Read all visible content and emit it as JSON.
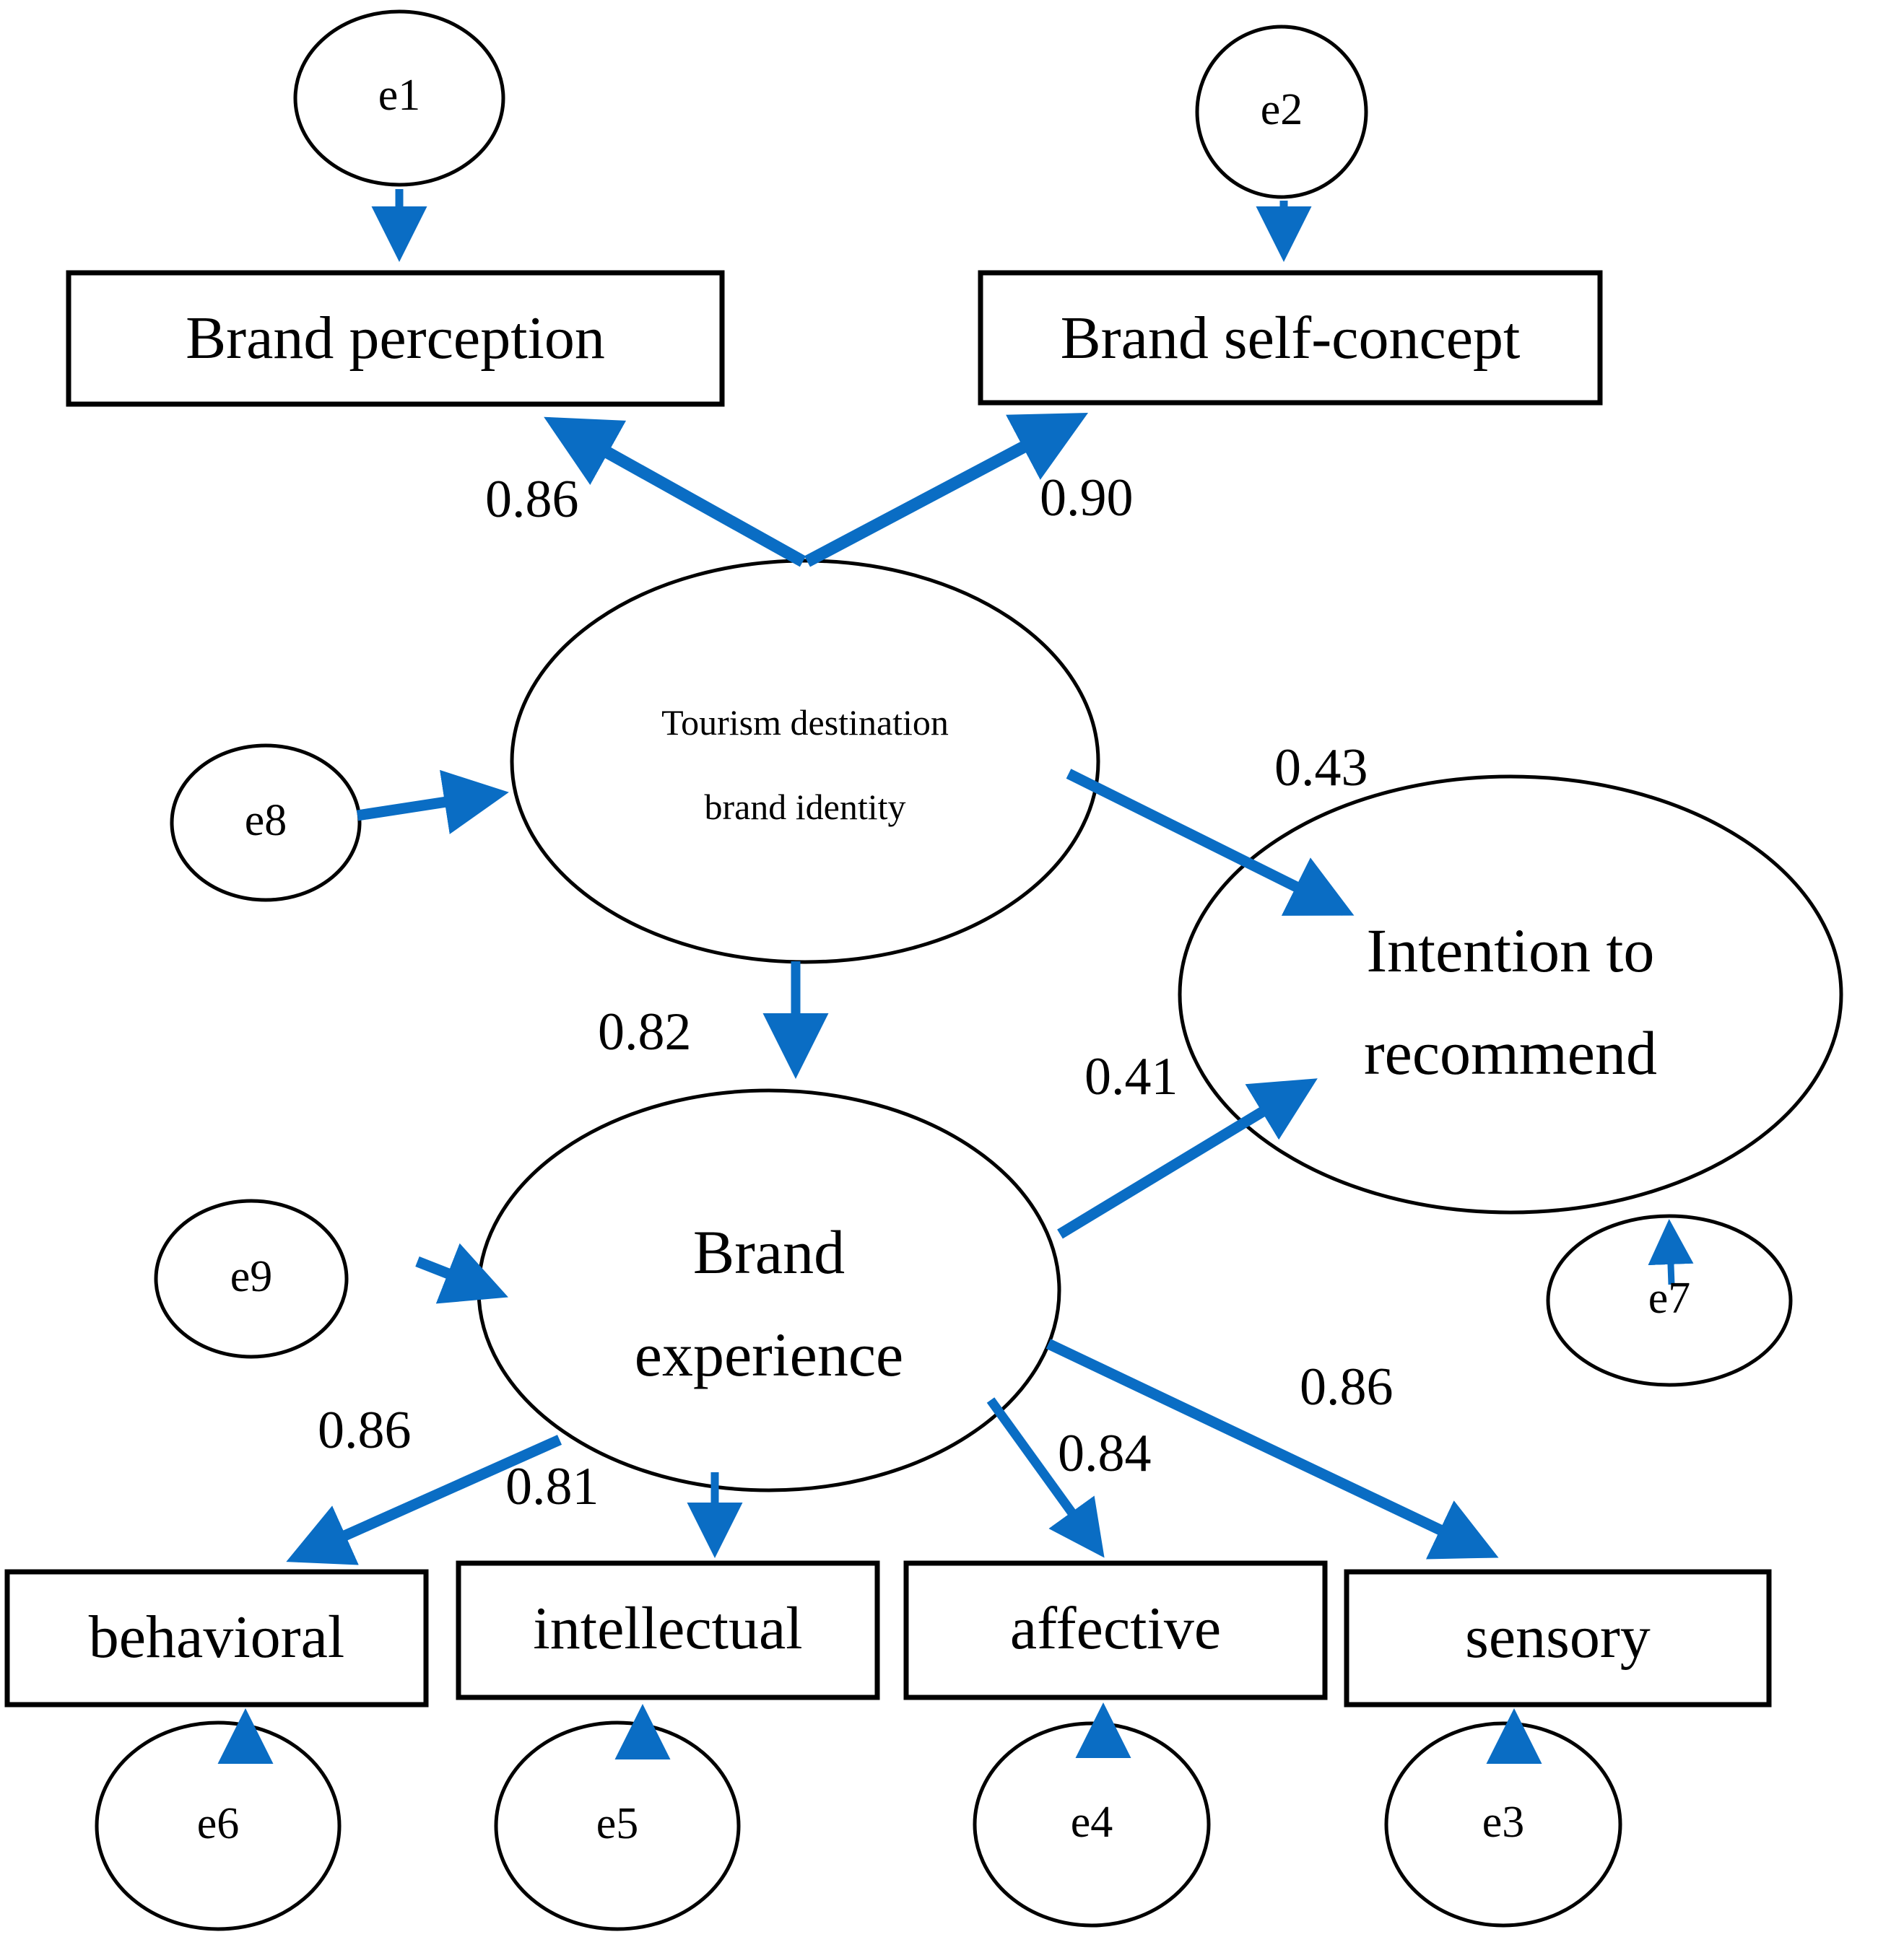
{
  "diagram": {
    "type": "structural-equation-model-path-diagram",
    "accent_color": "#0a6dc4",
    "stroke_color": "#000000",
    "background": "#ffffff",
    "latent_variables": [
      {
        "id": "tdbi",
        "label_line1": "Tourism destination",
        "label_line2": "brand identity"
      },
      {
        "id": "brand_experience",
        "label_line1": "Brand",
        "label_line2": "experience"
      },
      {
        "id": "intention",
        "label_line1": "Intention to",
        "label_line2": "recommend"
      }
    ],
    "observed_variables": [
      {
        "id": "brand_perception",
        "label": "Brand perception"
      },
      {
        "id": "brand_self_concept",
        "label": "Brand self-concept"
      },
      {
        "id": "behavioral",
        "label": "behavioral"
      },
      {
        "id": "intellectual",
        "label": "intellectual"
      },
      {
        "id": "affective",
        "label": "affective"
      },
      {
        "id": "sensory",
        "label": "sensory"
      }
    ],
    "error_terms": [
      {
        "id": "e1",
        "label": "e1"
      },
      {
        "id": "e2",
        "label": "e2"
      },
      {
        "id": "e3",
        "label": "e3"
      },
      {
        "id": "e4",
        "label": "e4"
      },
      {
        "id": "e5",
        "label": "e5"
      },
      {
        "id": "e6",
        "label": "e6"
      },
      {
        "id": "e7",
        "label": "e7"
      },
      {
        "id": "e8",
        "label": "e8"
      },
      {
        "id": "e9",
        "label": "e9"
      }
    ],
    "paths": [
      {
        "id": "p_tdbi_perception",
        "from": "tdbi",
        "to": "brand_perception",
        "coefficient": "0.86"
      },
      {
        "id": "p_tdbi_selfconcept",
        "from": "tdbi",
        "to": "brand_self_concept",
        "coefficient": "0.90"
      },
      {
        "id": "p_tdbi_intention",
        "from": "tdbi",
        "to": "intention",
        "coefficient": "0.43"
      },
      {
        "id": "p_tdbi_experience",
        "from": "tdbi",
        "to": "brand_experience",
        "coefficient": "0.82"
      },
      {
        "id": "p_experience_intention",
        "from": "brand_experience",
        "to": "intention",
        "coefficient": "0.41"
      },
      {
        "id": "p_experience_behav",
        "from": "brand_experience",
        "to": "behavioral",
        "coefficient": "0.86"
      },
      {
        "id": "p_experience_intel",
        "from": "brand_experience",
        "to": "intellectual",
        "coefficient": "0.81"
      },
      {
        "id": "p_experience_affect",
        "from": "brand_experience",
        "to": "affective",
        "coefficient": "0.84"
      },
      {
        "id": "p_experience_sensory",
        "from": "brand_experience",
        "to": "sensory",
        "coefficient": "0.86"
      },
      {
        "id": "p_e1_perception",
        "from": "e1",
        "to": "brand_perception",
        "coefficient": ""
      },
      {
        "id": "p_e2_selfconcept",
        "from": "e2",
        "to": "brand_self_concept",
        "coefficient": ""
      },
      {
        "id": "p_e8_tdbi",
        "from": "e8",
        "to": "tdbi",
        "coefficient": ""
      },
      {
        "id": "p_e9_experience",
        "from": "e9",
        "to": "brand_experience",
        "coefficient": ""
      },
      {
        "id": "p_e7_intention",
        "from": "e7",
        "to": "intention",
        "coefficient": ""
      },
      {
        "id": "p_e6_behavioral",
        "from": "e6",
        "to": "behavioral",
        "coefficient": ""
      },
      {
        "id": "p_e5_intellectual",
        "from": "e5",
        "to": "intellectual",
        "coefficient": ""
      },
      {
        "id": "p_e4_affective",
        "from": "e4",
        "to": "affective",
        "coefficient": ""
      },
      {
        "id": "p_e3_sensory",
        "from": "e3",
        "to": "sensory",
        "coefficient": ""
      }
    ],
    "coefficient_labels": {
      "c_tdbi_perception": "0.86",
      "c_tdbi_selfconcept": "0.90",
      "c_tdbi_intention": "0.43",
      "c_tdbi_experience": "0.82",
      "c_experience_intention": "0.41",
      "c_experience_behavioral": "0.86",
      "c_experience_intellectual": "0.81",
      "c_experience_affective": "0.84",
      "c_experience_sensory": "0.86"
    }
  }
}
